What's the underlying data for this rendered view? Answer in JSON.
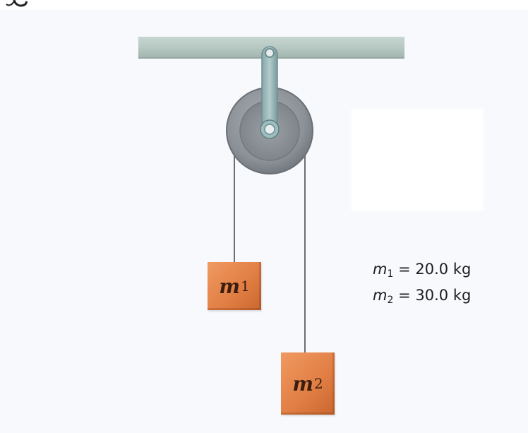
{
  "diagram": {
    "masses": [
      {
        "symbol": "m",
        "subscript": "1"
      },
      {
        "symbol": "m",
        "subscript": "2"
      }
    ],
    "legend": [
      {
        "symbol": "m",
        "subscript": "1",
        "equals": "=",
        "value": "20.0",
        "unit": "kg"
      },
      {
        "symbol": "m",
        "subscript": "2",
        "equals": "=",
        "value": "30.0",
        "unit": "kg"
      }
    ],
    "colors": {
      "ceiling": "#b6c7c1",
      "pulley": "#8d939a",
      "rope": "#707070",
      "mass": "#e88651"
    }
  }
}
